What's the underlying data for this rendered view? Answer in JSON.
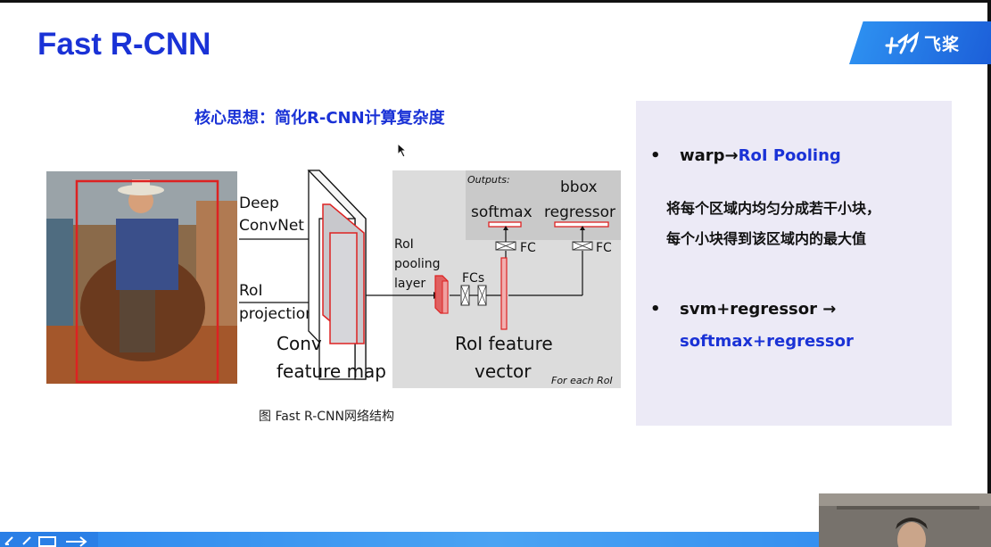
{
  "slide": {
    "title": "Fast R-CNN",
    "subtitle": "核心思想：简化R-CNN计算复杂度",
    "logo_text": "飞桨",
    "caption": "图 Fast R-CNN网络结构"
  },
  "diagram": {
    "labels": {
      "deep": "Deep",
      "convnet": "ConvNet",
      "roi": "RoI",
      "projection": "projection",
      "conv": "Conv",
      "feature_map": "feature map",
      "pool_roi": "RoI",
      "pooling": "pooling",
      "layer": "layer",
      "fcs": "FCs",
      "outputs": "Outputs:",
      "softmax": "softmax",
      "bbox": "bbox",
      "regressor": "regressor",
      "fc1": "FC",
      "fc2": "FC",
      "roi_feature": "RoI feature",
      "vector": "vector",
      "for_each": "For each RoI"
    }
  },
  "panel": {
    "bullet_symbol": "•",
    "item1_prefix": "warp→",
    "item1_highlight": "RoI Pooling",
    "item1_desc_line1": "将每个区域内均匀分成若干小块，",
    "item1_desc_line2": "每个小块得到该区域内的最大值",
    "item2_line1": "svm+regressor →",
    "item2_line2": "softmax+regressor"
  },
  "colors": {
    "title_blue": "#1a32d6",
    "panel_bg": "#eceaf6",
    "diagram_red": "#d22",
    "logo_blue": "#1c5fd9"
  },
  "icons": [
    "mouse-cursor-icon",
    "paddle-logo-icon",
    "nav-arrows-icon"
  ]
}
